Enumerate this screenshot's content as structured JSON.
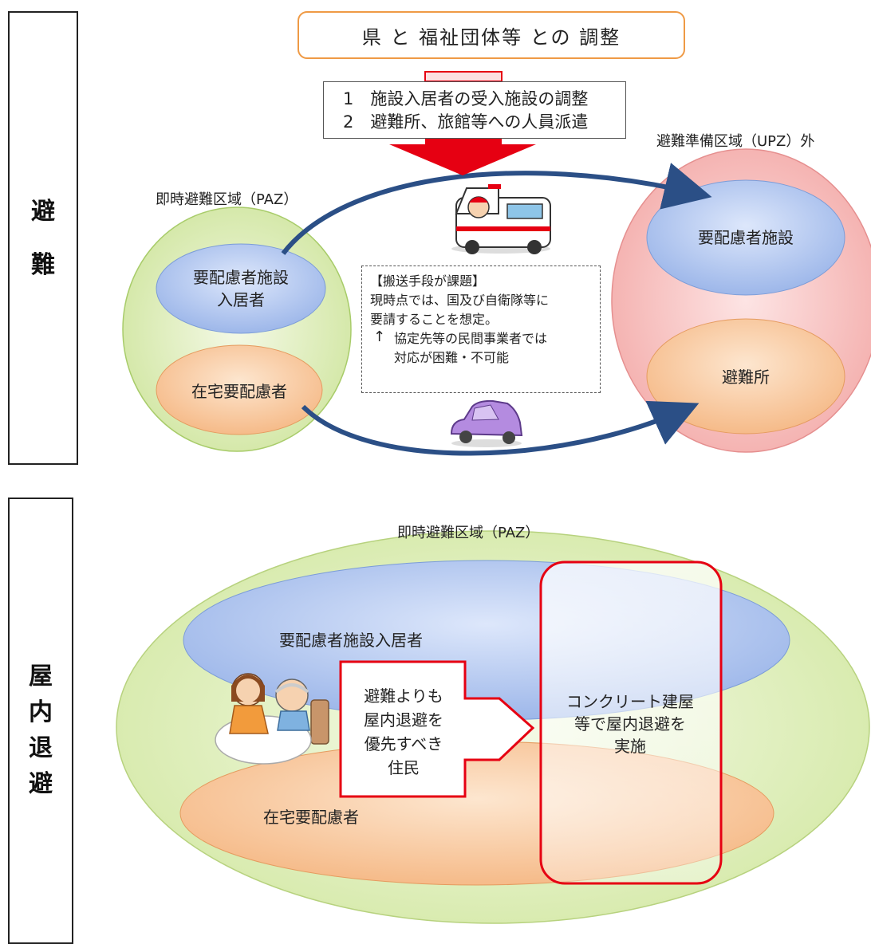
{
  "header": {
    "title": "県 と 福祉団体等 との 調整",
    "tasks": [
      "1　施設入居者の受入施設の調整",
      "2　避難所、旅館等への人員派遣"
    ]
  },
  "evacuation": {
    "side_label": [
      "避",
      "難"
    ],
    "paz_label": "即時避難区域（PAZ）",
    "upz_label": "避難準備区域（UPZ）外",
    "paz_facility_residents": [
      "要配慮者施設",
      "入居者"
    ],
    "paz_home_residents": "在宅要配慮者",
    "upz_facility": "要配慮者施設",
    "upz_shelter": "避難所",
    "issue": {
      "heading": "【搬送手段が課題】",
      "lines": [
        "現時点では、国及び自衛隊等に",
        "要請することを想定。"
      ],
      "arrow_glyph": "↑",
      "note_lines": [
        "協定先等の民間事業者では",
        "対応が困難・不可能"
      ]
    }
  },
  "shelter_in_place": {
    "side_label": [
      "屋",
      "内",
      "退",
      "避"
    ],
    "paz_label": "即時避難区域（PAZ）",
    "facility_residents": "要配慮者施設入居者",
    "home_residents": "在宅要配慮者",
    "priority_residents": [
      "避難よりも",
      "屋内退避を",
      "優先すべき",
      "住民"
    ],
    "action": [
      "コンクリート建屋",
      "等で屋内退避を",
      "実施"
    ]
  },
  "colors": {
    "title_border": "#ef9a45",
    "arrow_red": "#e60012",
    "green_zone": "#d9ecb0",
    "red_zone": "#f6b8b8",
    "blue_oval": "#a9c1ee",
    "orange_oval": "#f8c79a",
    "curve_blue": "#2b4f86"
  }
}
